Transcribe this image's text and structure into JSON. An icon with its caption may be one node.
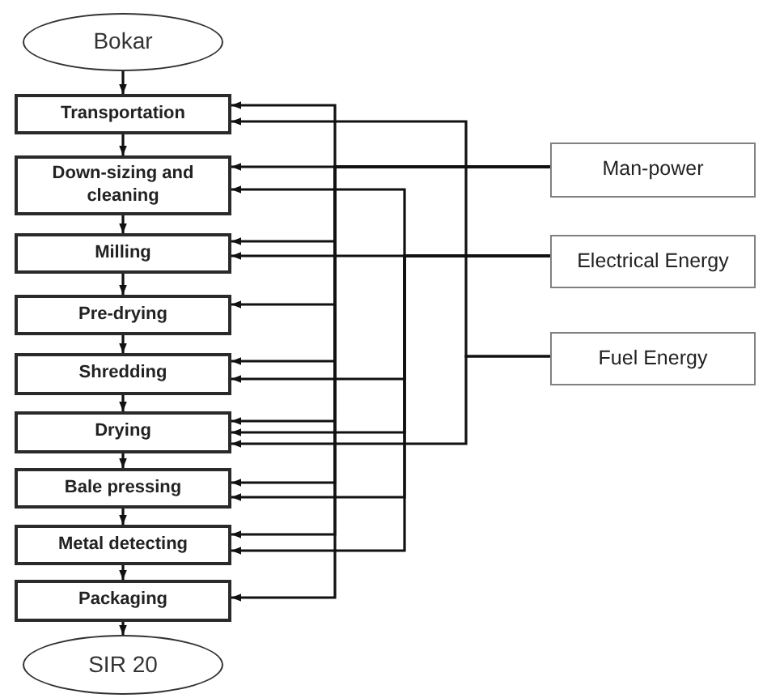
{
  "diagram": {
    "nodes": [
      {
        "text": [
          "Bokar"
        ]
      },
      {
        "text": [
          "Transportation"
        ]
      },
      {
        "text": [
          "Down-sizing and cleaning"
        ]
      },
      {
        "text": [
          "Milling"
        ]
      },
      {
        "text": [
          "Pre-drying"
        ]
      },
      {
        "text": [
          "Shredding"
        ]
      },
      {
        "text": [
          "Drying"
        ]
      },
      {
        "text": [
          "Bale pressing"
        ]
      },
      {
        "text": [
          "Metal detecting"
        ]
      },
      {
        "text": [
          "Packaging"
        ]
      },
      {
        "text": [
          "SIR 20"
        ]
      },
      {
        "text": [
          "Man-power"
        ]
      },
      {
        "text": [
          "Electrical Energy"
        ]
      },
      {
        "text": [
          "Fuel Energy"
        ]
      }
    ],
    "edges": [
      {
        "from": 0,
        "to": 1,
        "arrow": "to"
      },
      {
        "from": 1,
        "to": 2,
        "arrow": "to"
      },
      {
        "from": 2,
        "to": 3,
        "arrow": "to"
      },
      {
        "from": 3,
        "to": 4,
        "arrow": "to"
      },
      {
        "from": 4,
        "to": 5,
        "arrow": "to"
      },
      {
        "from": 5,
        "to": 6,
        "arrow": "to"
      },
      {
        "from": 6,
        "to": 7,
        "arrow": "to"
      },
      {
        "from": 7,
        "to": 8,
        "arrow": "to"
      },
      {
        "from": 8,
        "to": 9,
        "arrow": "to"
      },
      {
        "from": 9,
        "to": 10,
        "arrow": "to"
      },
      {
        "from": 11,
        "to": 1,
        "arrow": "to"
      },
      {
        "from": 11,
        "to": 2,
        "arrow": "to"
      },
      {
        "from": 11,
        "to": 3,
        "arrow": "to"
      },
      {
        "from": 11,
        "to": 4,
        "arrow": "to"
      },
      {
        "from": 11,
        "to": 5,
        "arrow": "to"
      },
      {
        "from": 11,
        "to": 6,
        "arrow": "to"
      },
      {
        "from": 11,
        "to": 7,
        "arrow": "to"
      },
      {
        "from": 11,
        "to": 8,
        "arrow": "to"
      },
      {
        "from": 11,
        "to": 9,
        "arrow": "to"
      },
      {
        "from": 12,
        "to": 2,
        "arrow": "to"
      },
      {
        "from": 12,
        "to": 3,
        "arrow": "to"
      },
      {
        "from": 12,
        "to": 5,
        "arrow": "to"
      },
      {
        "from": 12,
        "to": 6,
        "arrow": "to"
      },
      {
        "from": 12,
        "to": 7,
        "arrow": "to"
      },
      {
        "from": 12,
        "to": 8,
        "arrow": "to"
      },
      {
        "from": 13,
        "to": 1,
        "arrow": "to"
      },
      {
        "from": 13,
        "to": 6,
        "arrow": "to"
      }
    ]
  }
}
